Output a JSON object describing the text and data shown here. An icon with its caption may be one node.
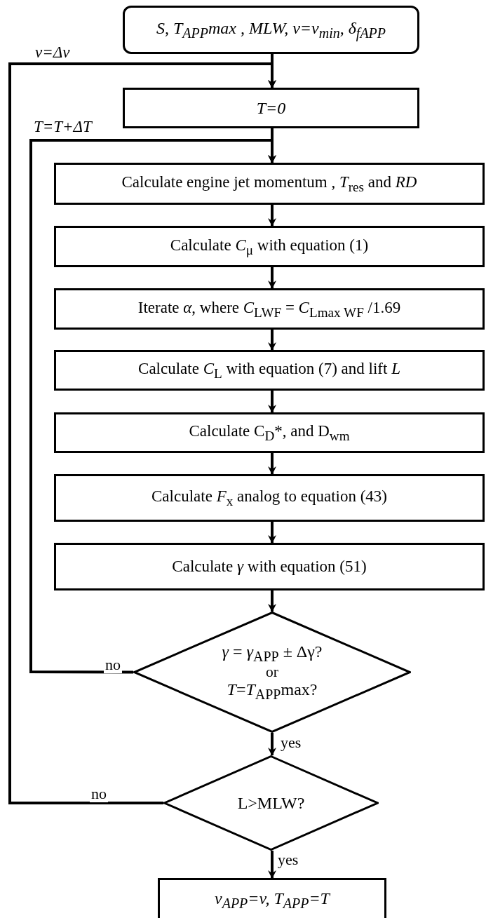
{
  "diagram": {
    "nodes": [
      {
        "text": [
          "S, T$_{APP}$max , MLW, v=v$_{min}$, δ$_{fAPP}$"
        ]
      },
      {
        "text": [
          "T=0"
        ]
      },
      {
        "text": [
          "Calculate engine jet momentum , *T*$_{res}$ and *RD*"
        ]
      },
      {
        "text": [
          "Calculate *C*$_{μ}$ with equation (1)"
        ]
      },
      {
        "text": [
          "Iterate *α*, where *C*$_{LWF}$ = *C*$_{Lmax WF}$ /1.69"
        ]
      },
      {
        "text": [
          "Calculate *C*$_{L}$ with equation (7) and lift *L*"
        ]
      },
      {
        "text": [
          "Calculate C$_{D}$*, and D$_{wm}$"
        ]
      },
      {
        "text": [
          "Calculate *F*$_{x}$ analog to equation (43)"
        ]
      },
      {
        "text": [
          "Calculate *γ* with equation (51)"
        ]
      },
      {
        "text": [
          "*γ* = *γ*$_{APP}$ ± Δγ?",
          "or",
          "*T*=*T*$_{APP}$max?"
        ]
      },
      {
        "text": [
          "L>MLW?"
        ]
      },
      {
        "text": [
          "v$_{APP}$=v, T$_{APP}$=T"
        ]
      }
    ],
    "edges": [
      {
        "from": 0,
        "to": 1,
        "arrow": "to"
      },
      {
        "from": 1,
        "to": 2,
        "arrow": "to"
      },
      {
        "from": 2,
        "to": 3,
        "arrow": "to"
      },
      {
        "from": 3,
        "to": 4,
        "arrow": "to"
      },
      {
        "from": 4,
        "to": 5,
        "arrow": "to"
      },
      {
        "from": 5,
        "to": 6,
        "arrow": "to"
      },
      {
        "from": 6,
        "to": 7,
        "arrow": "to"
      },
      {
        "from": 7,
        "to": 8,
        "arrow": "to"
      },
      {
        "from": 8,
        "to": 9,
        "arrow": "to"
      },
      {
        "from": 9,
        "to": 10,
        "arrow": "to",
        "label": "yes"
      },
      {
        "from": 10,
        "to": 11,
        "arrow": "to",
        "label": "yes"
      },
      {
        "from": 9,
        "to": 2,
        "arrow": "to",
        "label": "no"
      },
      {
        "from": 10,
        "to": 1,
        "arrow": "to",
        "label": "no"
      }
    ],
    "labels": [
      "v=Δv",
      "T=T+ΔT"
    ]
  }
}
